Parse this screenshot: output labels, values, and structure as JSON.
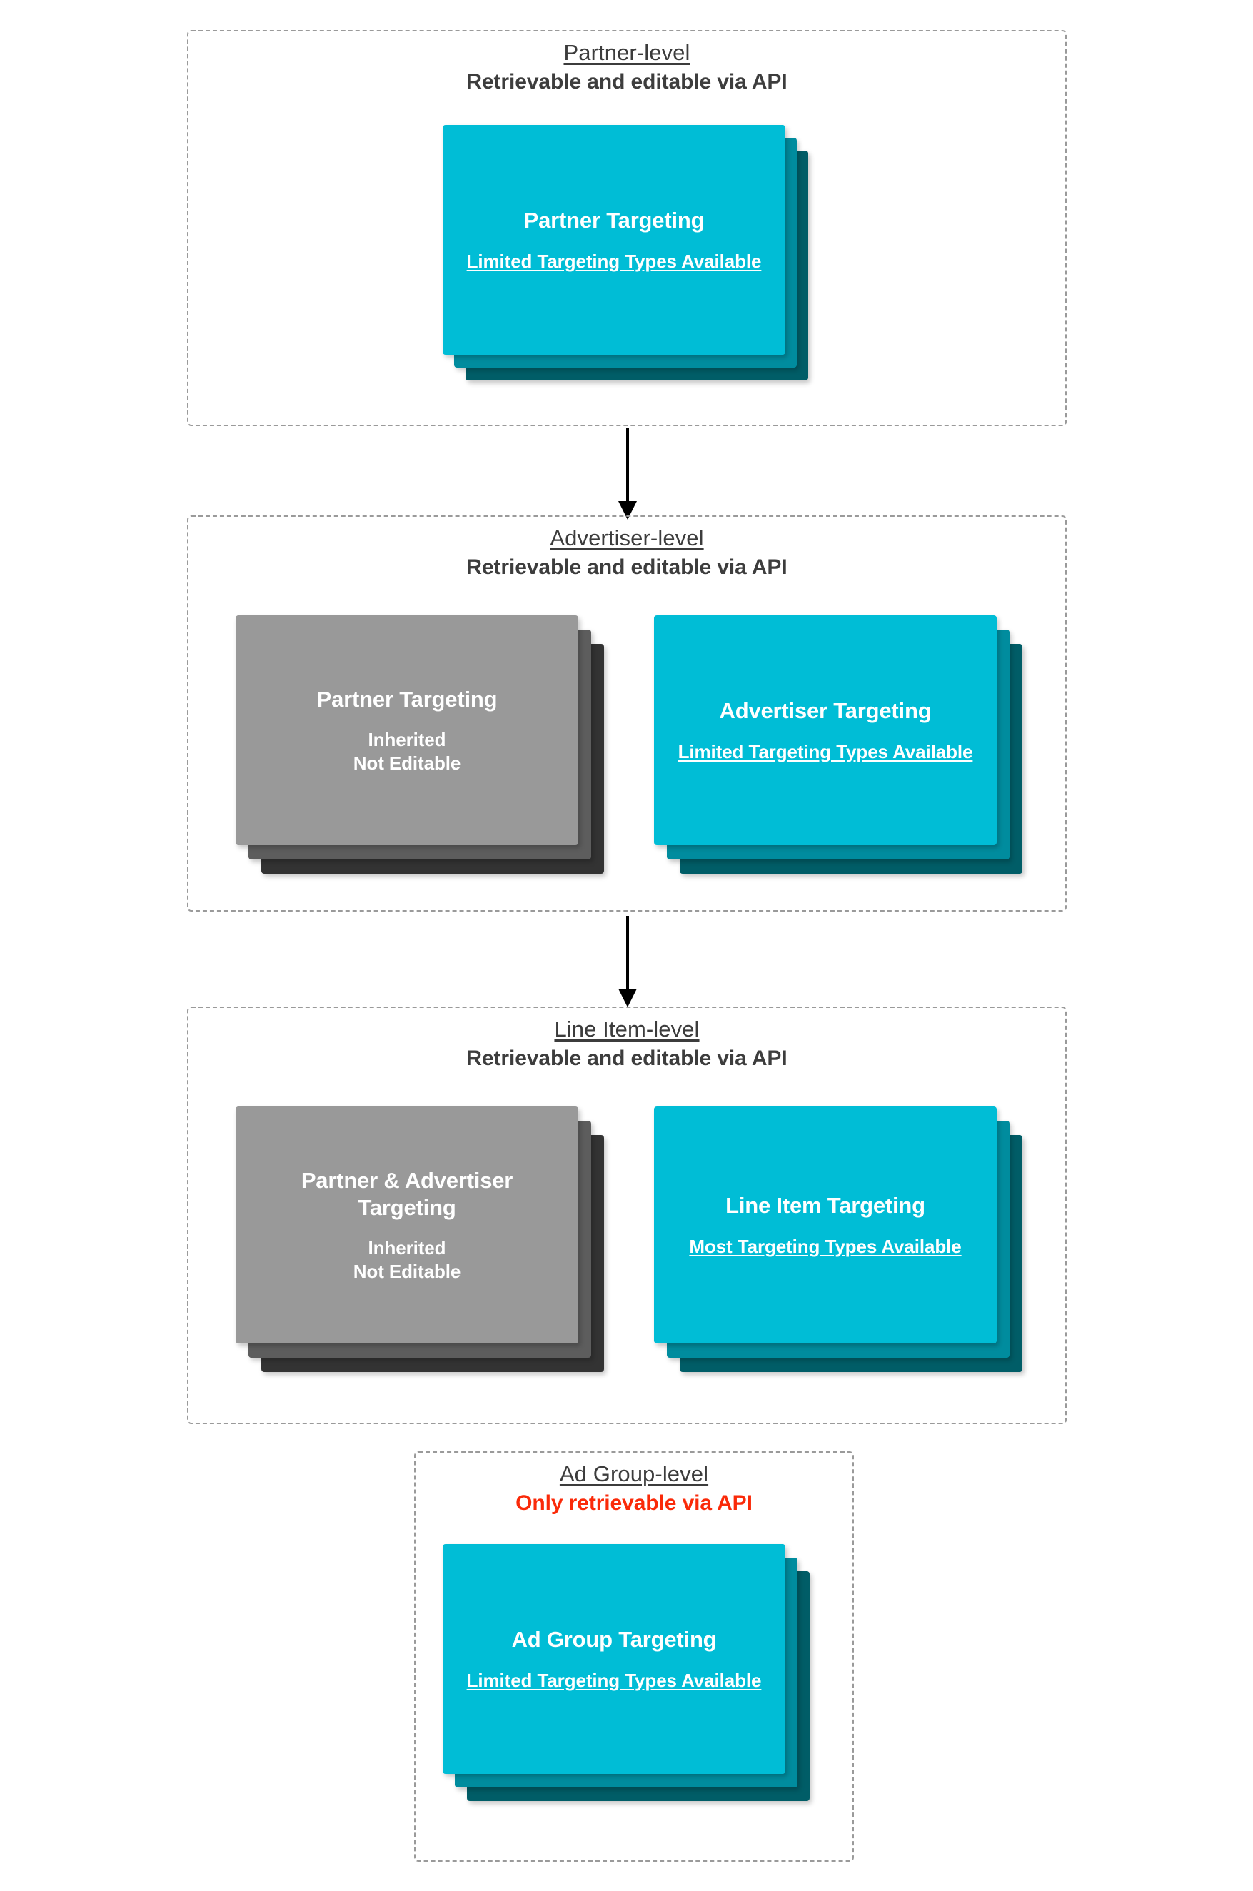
{
  "diagram": {
    "title_semantics": "targeting-inheritance-hierarchy",
    "colors": {
      "card_front": "#00BDD6",
      "card_mid": "#008C9E",
      "card_back": "#005D67",
      "inherited_front": "#999999",
      "inherited_mid": "#5D5D5D",
      "inherited_back": "#333333",
      "section_border": "#9A9A9A",
      "text_dark": "#3D3D3D",
      "danger_text": "#FA2A09"
    },
    "levels": [
      {
        "id": "partner-level",
        "title": "Partner-level",
        "subtitle": "Retrievable and editable via API",
        "subtitle_state": "editable",
        "cards": [
          {
            "id": "partner-targeting",
            "title": "Partner Targeting",
            "note": "Limited Targeting Types Available",
            "note_underlined": true,
            "style": "teal"
          }
        ]
      },
      {
        "id": "advertiser-level",
        "title": "Advertiser-level",
        "subtitle": "Retrievable and editable via API",
        "subtitle_state": "editable",
        "cards": [
          {
            "id": "inherited-partner-targeting",
            "title": "Partner Targeting",
            "note": "Inherited\nNot Editable",
            "note_underlined": false,
            "style": "gray"
          },
          {
            "id": "advertiser-targeting",
            "title": "Advertiser Targeting",
            "note": "Limited Targeting Types Available",
            "note_underlined": true,
            "style": "teal"
          }
        ]
      },
      {
        "id": "line-item-level",
        "title": "Line Item-level",
        "subtitle": "Retrievable and editable via API",
        "subtitle_state": "editable",
        "cards": [
          {
            "id": "inherited-partner-advertiser-targeting",
            "title": "Partner & Advertiser Targeting",
            "note": "Inherited\nNot Editable",
            "note_underlined": false,
            "style": "gray"
          },
          {
            "id": "line-item-targeting",
            "title": "Line Item Targeting",
            "note": "Most Targeting Types Available",
            "note_underlined": true,
            "style": "teal"
          }
        ]
      },
      {
        "id": "ad-group-level",
        "title": "Ad Group-level",
        "subtitle": "Only retrievable via API",
        "subtitle_state": "read-only",
        "cards": [
          {
            "id": "ad-group-targeting",
            "title": "Ad Group Targeting",
            "note": "Limited Targeting Types Available",
            "note_underlined": true,
            "style": "teal"
          }
        ]
      }
    ],
    "connectors": [
      {
        "id": "partner-to-advertiser",
        "from": "partner-level",
        "to": "advertiser-level"
      },
      {
        "id": "advertiser-to-line-item",
        "from": "advertiser-level",
        "to": "line-item-level"
      }
    ]
  }
}
